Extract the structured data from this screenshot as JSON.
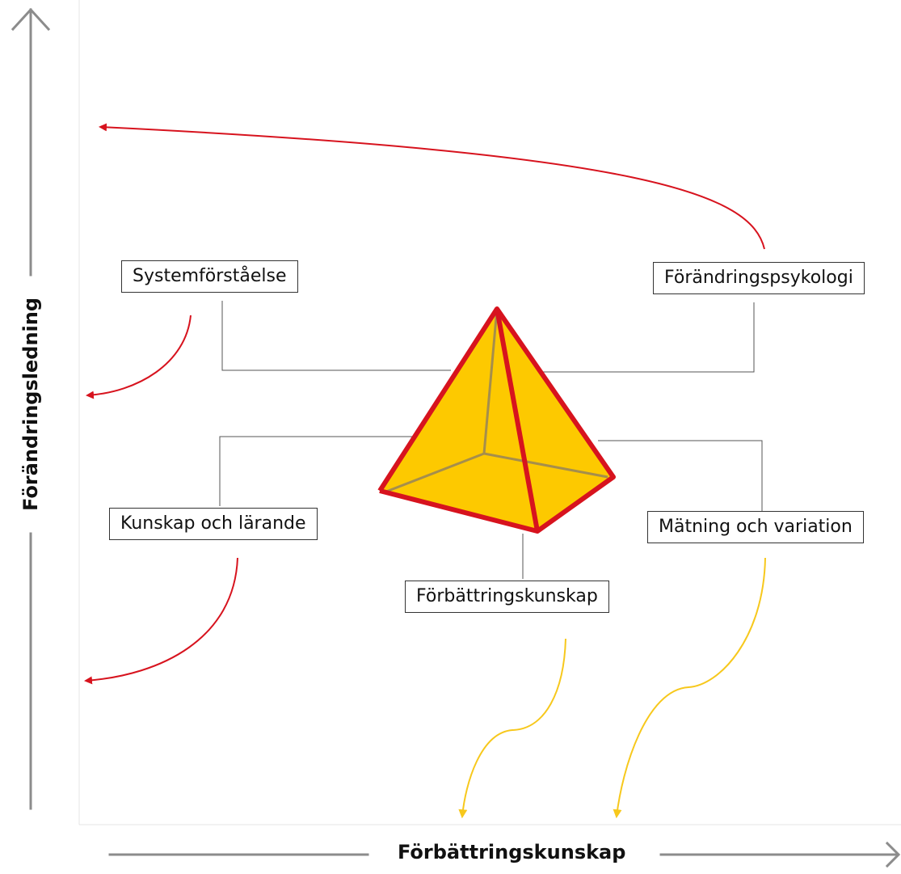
{
  "axes": {
    "x_label": "Förbättringskunskap",
    "y_label": "Förändringsledning"
  },
  "nodes": {
    "systemforstaelse": "Systemförståelse",
    "forandringspsykologi": "Förändringspsykologi",
    "kunskap_och_larande": "Kunskap och lärande",
    "matning_och_variation": "Mätning och variation",
    "forbattringskunskap": "Förbättringskunskap"
  },
  "colors": {
    "axis": "#8c8c8c",
    "leadership_arrows": "#d7131e",
    "improvement_arrows": "#f7c81c",
    "pyramid_fill": "#fdc900",
    "pyramid_edge": "#d7131e",
    "connector": "#555555"
  },
  "icons": {
    "pyramid": "pyramid-icon"
  }
}
